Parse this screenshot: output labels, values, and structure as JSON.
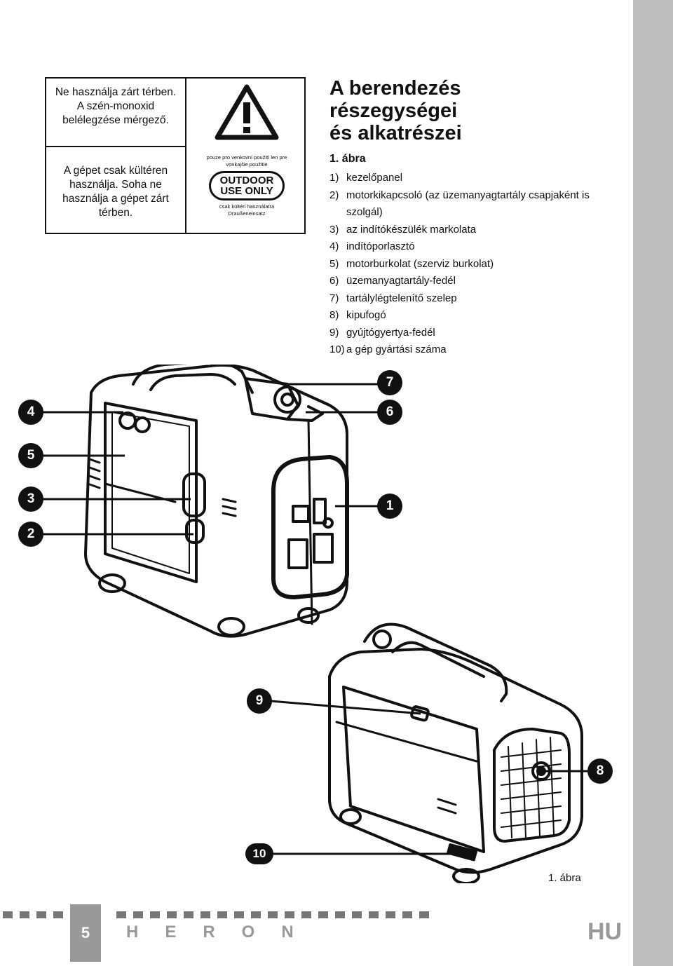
{
  "warnings": {
    "text1": "Ne használja zárt térben. A szén-monoxid belélegzése mérgező.",
    "text2": "A gépet csak kültéren használja. Soha ne használja a gépet zárt térben.",
    "outdoor_top": "pouze pro venkovní použití len pre vonkajšie použitie",
    "outdoor_line1": "OUTDOOR",
    "outdoor_line2": "USE ONLY",
    "outdoor_bottom": "csak kültéri használatra Draußeneinsatz",
    "icon": "warning-triangle-icon"
  },
  "section": {
    "title_line1": "A berendezés",
    "title_line2": "részegységei",
    "title_line3": "és alkatrészei",
    "figure_label": "1. ábra",
    "parts": [
      {
        "num": "1)",
        "text": "kezelőpanel"
      },
      {
        "num": "2)",
        "text": "motorkikapcsoló (az üzemanyagtartály csapjaként is szolgál)"
      },
      {
        "num": "3)",
        "text": "az indítókészülék markolata"
      },
      {
        "num": "4)",
        "text": "indítóporlasztó"
      },
      {
        "num": "5)",
        "text": "motorburkolat (szerviz burkolat)"
      },
      {
        "num": "6)",
        "text": "üzemanyagtartály-fedél"
      },
      {
        "num": "7)",
        "text": "tartálylégtelenítő szelep"
      },
      {
        "num": "8)",
        "text": "kipufogó"
      },
      {
        "num": "9)",
        "text": "gyújtógyertya-fedél"
      },
      {
        "num": "10)",
        "text": "a gép gyártási száma"
      }
    ]
  },
  "callouts": {
    "c4": "4",
    "c5": "5",
    "c3": "3",
    "c2": "2",
    "c7": "7",
    "c6": "6",
    "c1": "1",
    "c9": "9",
    "c8": "8",
    "c10": "10"
  },
  "figure_caption": "1. ábra",
  "footer": {
    "page_number": "5",
    "brand": "HERON",
    "language": "HU"
  }
}
